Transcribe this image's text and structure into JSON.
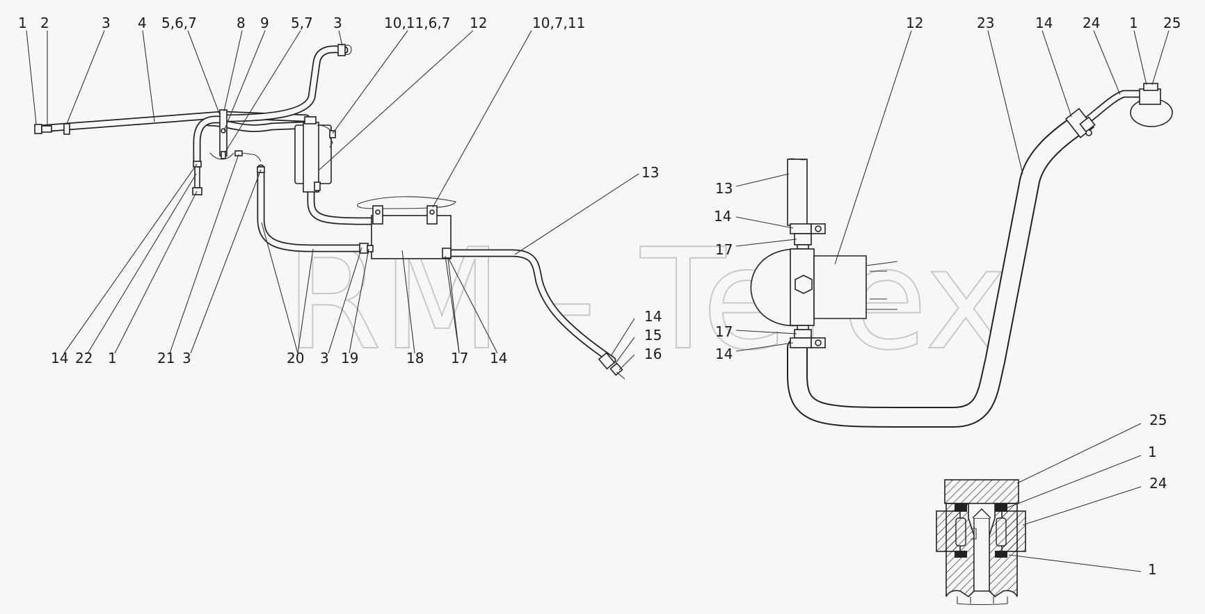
{
  "watermark": "RM - Terex",
  "left_assembly": {
    "callouts": [
      {
        "id": "c1",
        "text": "1"
      },
      {
        "id": "c2",
        "text": "2"
      },
      {
        "id": "c3a",
        "text": "3"
      },
      {
        "id": "c4",
        "text": "4"
      },
      {
        "id": "c567",
        "text": "5,6,7"
      },
      {
        "id": "c8",
        "text": "8"
      },
      {
        "id": "c9",
        "text": "9"
      },
      {
        "id": "c57",
        "text": "5,7"
      },
      {
        "id": "c3b",
        "text": "3"
      },
      {
        "id": "c10_11_6_7",
        "text": "10,11,6,7"
      },
      {
        "id": "c12",
        "text": "12"
      },
      {
        "id": "c10_7_11",
        "text": "10,7,11"
      },
      {
        "id": "c13",
        "text": "13"
      },
      {
        "id": "c14a",
        "text": "14"
      },
      {
        "id": "c22",
        "text": "22"
      },
      {
        "id": "c1b",
        "text": "1"
      },
      {
        "id": "c21",
        "text": "21"
      },
      {
        "id": "c3c",
        "text": "3"
      },
      {
        "id": "c20",
        "text": "20"
      },
      {
        "id": "c3d",
        "text": "3"
      },
      {
        "id": "c19",
        "text": "19"
      },
      {
        "id": "c18",
        "text": "18"
      },
      {
        "id": "c17",
        "text": "17"
      },
      {
        "id": "c14b",
        "text": "14"
      },
      {
        "id": "c14c",
        "text": "14"
      },
      {
        "id": "c15",
        "text": "15"
      },
      {
        "id": "c16",
        "text": "16"
      }
    ]
  },
  "right_assembly": {
    "callouts": [
      {
        "id": "r12",
        "text": "12"
      },
      {
        "id": "r23",
        "text": "23"
      },
      {
        "id": "r14a",
        "text": "14"
      },
      {
        "id": "r24",
        "text": "24"
      },
      {
        "id": "r1",
        "text": "1"
      },
      {
        "id": "r25",
        "text": "25"
      },
      {
        "id": "r13",
        "text": "13"
      },
      {
        "id": "r14b",
        "text": "14"
      },
      {
        "id": "r17a",
        "text": "17"
      },
      {
        "id": "r17b",
        "text": "17"
      },
      {
        "id": "r14c",
        "text": "14"
      }
    ]
  },
  "section_detail": {
    "callouts": [
      {
        "id": "s25",
        "text": "25"
      },
      {
        "id": "s1a",
        "text": "1"
      },
      {
        "id": "s24",
        "text": "24"
      },
      {
        "id": "s1b",
        "text": "1"
      }
    ]
  }
}
